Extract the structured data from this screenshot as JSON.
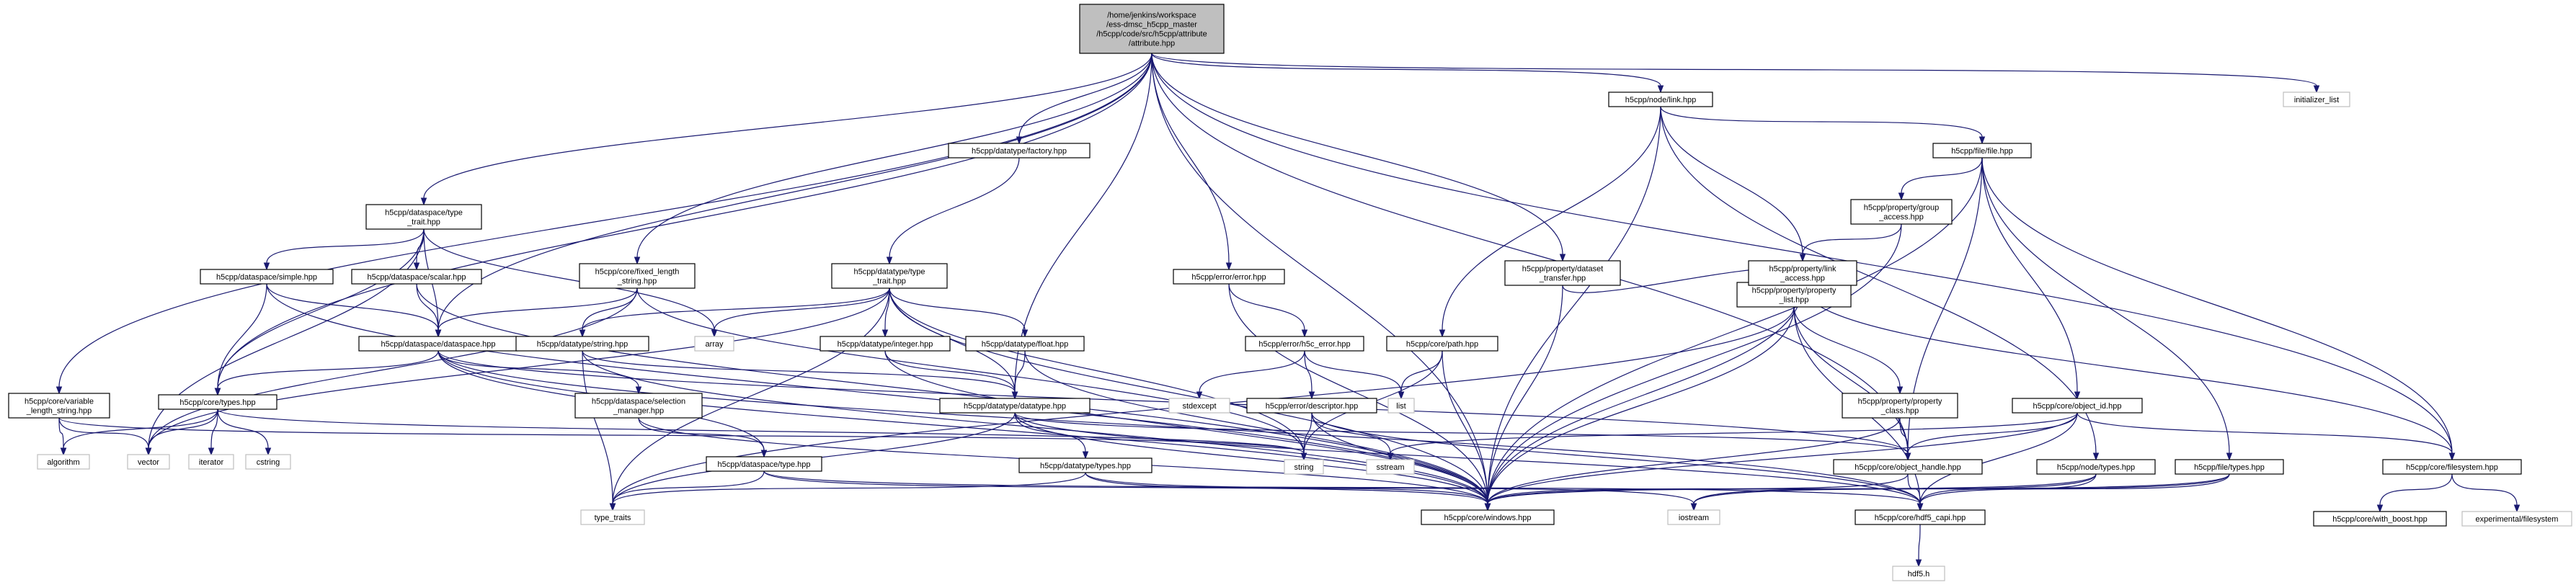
{
  "graph": {
    "nodes": [
      {
        "id": "root",
        "lines": [
          "/home/jenkins/workspace",
          "/ess-dmsc_h5cpp_master",
          "/h5cpp/code/src/h5cpp/attribute",
          "/attribute.hpp"
        ],
        "style": "root"
      },
      {
        "id": "varlen",
        "lines": [
          "h5cpp/core/variable",
          "_length_string.hpp"
        ]
      },
      {
        "id": "algorithm",
        "lines": [
          "algorithm"
        ],
        "style": "ext"
      },
      {
        "id": "vector",
        "lines": [
          "vector"
        ],
        "style": "ext"
      },
      {
        "id": "iterator",
        "lines": [
          "iterator"
        ],
        "style": "ext"
      },
      {
        "id": "cstring",
        "lines": [
          "cstring"
        ],
        "style": "ext"
      },
      {
        "id": "types",
        "lines": [
          "h5cpp/core/types.hpp"
        ]
      },
      {
        "id": "dstrait",
        "lines": [
          "h5cpp/dataspace/type",
          "_trait.hpp"
        ]
      },
      {
        "id": "simple",
        "lines": [
          "h5cpp/dataspace/simple.hpp"
        ]
      },
      {
        "id": "scalar",
        "lines": [
          "h5cpp/dataspace/scalar.hpp"
        ]
      },
      {
        "id": "dataspace",
        "lines": [
          "h5cpp/dataspace/dataspace.hpp"
        ]
      },
      {
        "id": "selman",
        "lines": [
          "h5cpp/dataspace/selection",
          "_manager.hpp"
        ]
      },
      {
        "id": "dstype",
        "lines": [
          "h5cpp/dataspace/type.hpp"
        ]
      },
      {
        "id": "fixlen",
        "lines": [
          "h5cpp/core/fixed_length",
          "_string.hpp"
        ]
      },
      {
        "id": "dtfactory",
        "lines": [
          "h5cpp/datatype/factory.hpp"
        ]
      },
      {
        "id": "dttrait",
        "lines": [
          "h5cpp/datatype/type",
          "_trait.hpp"
        ]
      },
      {
        "id": "dtstring",
        "lines": [
          "h5cpp/datatype/string.hpp"
        ]
      },
      {
        "id": "dtinteger",
        "lines": [
          "h5cpp/datatype/integer.hpp"
        ]
      },
      {
        "id": "dtfloat",
        "lines": [
          "h5cpp/datatype/float.hpp"
        ]
      },
      {
        "id": "array",
        "lines": [
          "array"
        ],
        "style": "ext"
      },
      {
        "id": "datatype",
        "lines": [
          "h5cpp/datatype/datatype.hpp"
        ]
      },
      {
        "id": "dttypes",
        "lines": [
          "h5cpp/datatype/types.hpp"
        ]
      },
      {
        "id": "typetraits",
        "lines": [
          "type_traits"
        ],
        "style": "ext"
      },
      {
        "id": "windows",
        "lines": [
          "h5cpp/core/windows.hpp"
        ]
      },
      {
        "id": "error",
        "lines": [
          "h5cpp/error/error.hpp"
        ]
      },
      {
        "id": "h5cerr",
        "lines": [
          "h5cpp/error/h5c_error.hpp"
        ]
      },
      {
        "id": "stdexcept",
        "lines": [
          "stdexcept"
        ],
        "style": "ext"
      },
      {
        "id": "list",
        "lines": [
          "list"
        ],
        "style": "ext"
      },
      {
        "id": "descriptor",
        "lines": [
          "h5cpp/error/descriptor.hpp"
        ]
      },
      {
        "id": "string",
        "lines": [
          "string"
        ],
        "style": "ext"
      },
      {
        "id": "sstream",
        "lines": [
          "sstream"
        ],
        "style": "ext"
      },
      {
        "id": "iostream",
        "lines": [
          "iostream"
        ],
        "style": "ext"
      },
      {
        "id": "corepath",
        "lines": [
          "h5cpp/core/path.hpp"
        ]
      },
      {
        "id": "dstransfer",
        "lines": [
          "h5cpp/property/dataset",
          "_transfer.hpp"
        ]
      },
      {
        "id": "link",
        "lines": [
          "h5cpp/node/link.hpp"
        ]
      },
      {
        "id": "proplist",
        "lines": [
          "h5cpp/property/property",
          "_list.hpp"
        ]
      },
      {
        "id": "propclass",
        "lines": [
          "h5cpp/property/property",
          "_class.hpp"
        ]
      },
      {
        "id": "linkaccess",
        "lines": [
          "h5cpp/property/link",
          "_access.hpp"
        ]
      },
      {
        "id": "groupaccess",
        "lines": [
          "h5cpp/property/group",
          "_access.hpp"
        ]
      },
      {
        "id": "file",
        "lines": [
          "h5cpp/file/file.hpp"
        ]
      },
      {
        "id": "objid",
        "lines": [
          "h5cpp/core/object_id.hpp"
        ]
      },
      {
        "id": "objhandle",
        "lines": [
          "h5cpp/core/object_handle.hpp"
        ]
      },
      {
        "id": "nodetypes",
        "lines": [
          "h5cpp/node/types.hpp"
        ]
      },
      {
        "id": "filetypes",
        "lines": [
          "h5cpp/file/types.hpp"
        ]
      },
      {
        "id": "filesystem",
        "lines": [
          "h5cpp/core/filesystem.hpp"
        ]
      },
      {
        "id": "withboost",
        "lines": [
          "h5cpp/core/with_boost.hpp"
        ]
      },
      {
        "id": "expfs",
        "lines": [
          "experimental/filesystem"
        ],
        "style": "ext"
      },
      {
        "id": "capi",
        "lines": [
          "h5cpp/core/hdf5_capi.hpp"
        ]
      },
      {
        "id": "hdf5h",
        "lines": [
          "hdf5.h"
        ],
        "style": "ext"
      },
      {
        "id": "initlist",
        "lines": [
          "initializer_list"
        ],
        "style": "ext"
      }
    ],
    "edges": [
      [
        "root",
        "varlen"
      ],
      [
        "root",
        "types"
      ],
      [
        "root",
        "dstrait"
      ],
      [
        "root",
        "dataspace"
      ],
      [
        "root",
        "fixlen"
      ],
      [
        "root",
        "dtfactory"
      ],
      [
        "root",
        "datatype"
      ],
      [
        "root",
        "error"
      ],
      [
        "root",
        "windows"
      ],
      [
        "root",
        "dstransfer"
      ],
      [
        "root",
        "link"
      ],
      [
        "root",
        "objhandle"
      ],
      [
        "root",
        "filesystem"
      ],
      [
        "root",
        "initlist"
      ],
      [
        "varlen",
        "algorithm"
      ],
      [
        "varlen",
        "vector"
      ],
      [
        "varlen",
        "string"
      ],
      [
        "types",
        "algorithm"
      ],
      [
        "types",
        "vector"
      ],
      [
        "types",
        "iterator"
      ],
      [
        "types",
        "cstring"
      ],
      [
        "types",
        "string"
      ],
      [
        "dstrait",
        "types"
      ],
      [
        "dstrait",
        "simple"
      ],
      [
        "dstrait",
        "scalar"
      ],
      [
        "dstrait",
        "dataspace"
      ],
      [
        "dstrait",
        "vector"
      ],
      [
        "dstrait",
        "array"
      ],
      [
        "simple",
        "types"
      ],
      [
        "simple",
        "dataspace"
      ],
      [
        "simple",
        "windows"
      ],
      [
        "scalar",
        "dataspace"
      ],
      [
        "scalar",
        "windows"
      ],
      [
        "dataspace",
        "types"
      ],
      [
        "dataspace",
        "selman"
      ],
      [
        "dataspace",
        "dstype"
      ],
      [
        "dataspace",
        "objhandle"
      ],
      [
        "dataspace",
        "windows"
      ],
      [
        "dataspace",
        "capi"
      ],
      [
        "selman",
        "dstype"
      ],
      [
        "selman",
        "windows"
      ],
      [
        "dstype",
        "windows"
      ],
      [
        "dstype",
        "capi"
      ],
      [
        "dstype",
        "typetraits"
      ],
      [
        "fixlen",
        "dataspace"
      ],
      [
        "fixlen",
        "dtstring"
      ],
      [
        "fixlen",
        "vector"
      ],
      [
        "fixlen",
        "string"
      ],
      [
        "dtfactory",
        "dttrait"
      ],
      [
        "dttrait",
        "dtstring"
      ],
      [
        "dttrait",
        "dtinteger"
      ],
      [
        "dttrait",
        "dtfloat"
      ],
      [
        "dttrait",
        "datatype"
      ],
      [
        "dttrait",
        "array"
      ],
      [
        "dttrait",
        "typetraits"
      ],
      [
        "dttrait",
        "vector"
      ],
      [
        "dttrait",
        "string"
      ],
      [
        "dttrait",
        "windows"
      ],
      [
        "dtstring",
        "datatype"
      ],
      [
        "dtstring",
        "typetraits"
      ],
      [
        "dtstring",
        "windows"
      ],
      [
        "dtinteger",
        "datatype"
      ],
      [
        "dtinteger",
        "windows"
      ],
      [
        "dtfloat",
        "datatype"
      ],
      [
        "dtfloat",
        "windows"
      ],
      [
        "datatype",
        "dttypes"
      ],
      [
        "datatype",
        "objhandle"
      ],
      [
        "datatype",
        "windows"
      ],
      [
        "datatype",
        "capi"
      ],
      [
        "datatype",
        "typetraits"
      ],
      [
        "dttypes",
        "windows"
      ],
      [
        "dttypes",
        "iostream"
      ],
      [
        "dttypes",
        "typetraits"
      ],
      [
        "error",
        "h5cerr"
      ],
      [
        "error",
        "windows"
      ],
      [
        "h5cerr",
        "stdexcept"
      ],
      [
        "h5cerr",
        "list"
      ],
      [
        "h5cerr",
        "descriptor"
      ],
      [
        "descriptor",
        "string"
      ],
      [
        "descriptor",
        "sstream"
      ],
      [
        "descriptor",
        "windows"
      ],
      [
        "descriptor",
        "capi"
      ],
      [
        "corepath",
        "list"
      ],
      [
        "corepath",
        "string"
      ],
      [
        "corepath",
        "windows"
      ],
      [
        "dstransfer",
        "proplist"
      ],
      [
        "dstransfer",
        "windows"
      ],
      [
        "link",
        "corepath"
      ],
      [
        "link",
        "file"
      ],
      [
        "link",
        "linkaccess"
      ],
      [
        "link",
        "nodetypes"
      ],
      [
        "link",
        "windows"
      ],
      [
        "proplist",
        "propclass"
      ],
      [
        "proplist",
        "objhandle"
      ],
      [
        "proplist",
        "windows"
      ],
      [
        "proplist",
        "capi"
      ],
      [
        "proplist",
        "typetraits"
      ],
      [
        "propclass",
        "objhandle"
      ],
      [
        "propclass",
        "windows"
      ],
      [
        "linkaccess",
        "proplist"
      ],
      [
        "linkaccess",
        "filesystem"
      ],
      [
        "linkaccess",
        "windows"
      ],
      [
        "groupaccess",
        "linkaccess"
      ],
      [
        "groupaccess",
        "windows"
      ],
      [
        "file",
        "groupaccess"
      ],
      [
        "file",
        "objid"
      ],
      [
        "file",
        "filetypes"
      ],
      [
        "file",
        "filesystem"
      ],
      [
        "file",
        "objhandle"
      ],
      [
        "file",
        "windows"
      ],
      [
        "objid",
        "objhandle"
      ],
      [
        "objid",
        "filesystem"
      ],
      [
        "objid",
        "sstream"
      ],
      [
        "objid",
        "windows"
      ],
      [
        "objid",
        "capi"
      ],
      [
        "objhandle",
        "windows"
      ],
      [
        "objhandle",
        "capi"
      ],
      [
        "nodetypes",
        "windows"
      ],
      [
        "nodetypes",
        "iostream"
      ],
      [
        "nodetypes",
        "capi"
      ],
      [
        "filetypes",
        "windows"
      ],
      [
        "filetypes",
        "iostream"
      ],
      [
        "filetypes",
        "capi"
      ],
      [
        "filesystem",
        "withboost"
      ],
      [
        "filesystem",
        "expfs"
      ],
      [
        "capi",
        "hdf5h"
      ]
    ]
  }
}
